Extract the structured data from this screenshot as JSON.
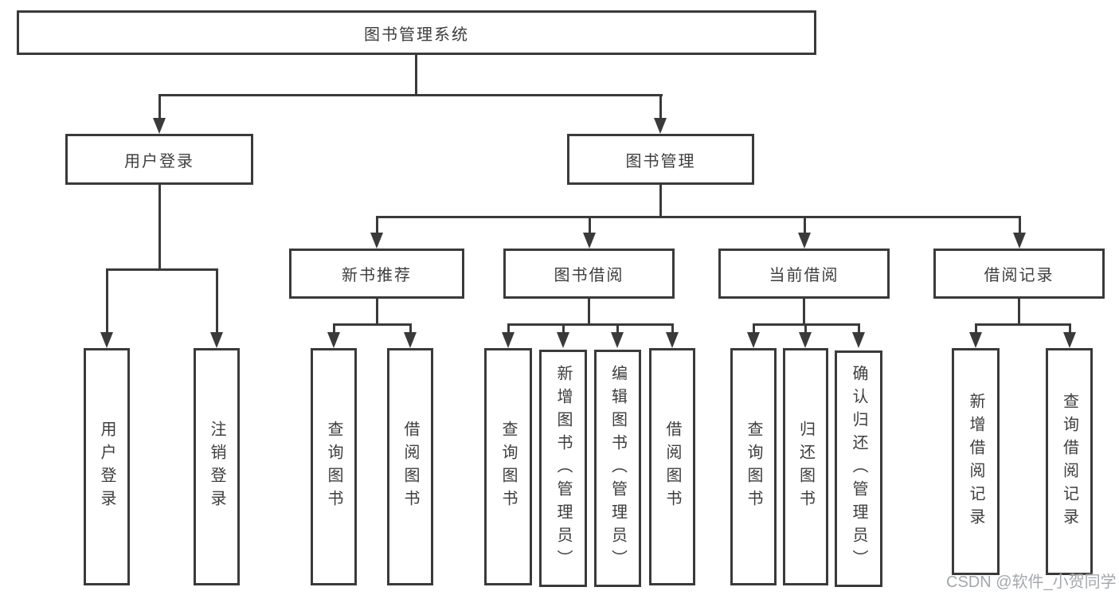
{
  "tree": {
    "root": {
      "label": "图书管理系统",
      "children": [
        {
          "label": "用户登录",
          "children": [
            {
              "label": "用户登录"
            },
            {
              "label": "注销登录"
            }
          ]
        },
        {
          "label": "图书管理",
          "children": [
            {
              "label": "新书推荐",
              "children": [
                {
                  "label": "查询图书"
                },
                {
                  "label": "借阅图书"
                }
              ]
            },
            {
              "label": "图书借阅",
              "children": [
                {
                  "label": "查询图书"
                },
                {
                  "label": "新增图书（管理员）"
                },
                {
                  "label": "编辑图书（管理员）"
                },
                {
                  "label": "借阅图书"
                }
              ]
            },
            {
              "label": "当前借阅",
              "children": [
                {
                  "label": "查询图书"
                },
                {
                  "label": "归还图书"
                },
                {
                  "label": "确认归还（管理员）"
                }
              ]
            },
            {
              "label": "借阅记录",
              "children": [
                {
                  "label": "新增借阅记录"
                },
                {
                  "label": "查询借阅记录"
                }
              ]
            }
          ]
        }
      ]
    }
  },
  "watermark": {
    "text": "CSDN @软件_小贺同学"
  },
  "colors": {
    "line": "#3a3a3a",
    "text": "#3d3d3d",
    "background": "#ffffff",
    "watermark": "#a4a8ab"
  }
}
